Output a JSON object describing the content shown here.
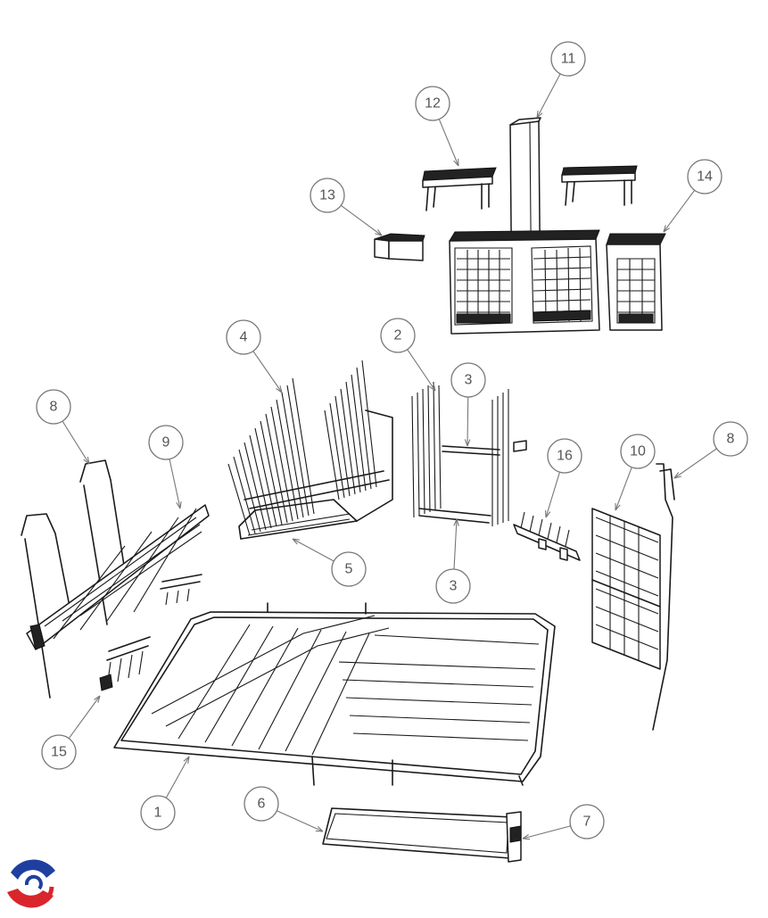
{
  "diagram": {
    "type": "exploded-parts",
    "callouts": [
      {
        "id": "c1",
        "label": "1"
      },
      {
        "id": "c2",
        "label": "2"
      },
      {
        "id": "c3a",
        "label": "3"
      },
      {
        "id": "c3b",
        "label": "3"
      },
      {
        "id": "c4",
        "label": "4"
      },
      {
        "id": "c5",
        "label": "5"
      },
      {
        "id": "c6",
        "label": "6"
      },
      {
        "id": "c7",
        "label": "7"
      },
      {
        "id": "c8a",
        "label": "8"
      },
      {
        "id": "c8b",
        "label": "8"
      },
      {
        "id": "c9",
        "label": "9"
      },
      {
        "id": "c10",
        "label": "10"
      },
      {
        "id": "c11",
        "label": "11"
      },
      {
        "id": "c12",
        "label": "12"
      },
      {
        "id": "c13",
        "label": "13"
      },
      {
        "id": "c14",
        "label": "14"
      },
      {
        "id": "c15",
        "label": "15"
      },
      {
        "id": "c16",
        "label": "16"
      }
    ],
    "logo": {
      "name": "brand-logo-icon",
      "colors": [
        "#1f3fa0",
        "#d8262c"
      ]
    }
  }
}
